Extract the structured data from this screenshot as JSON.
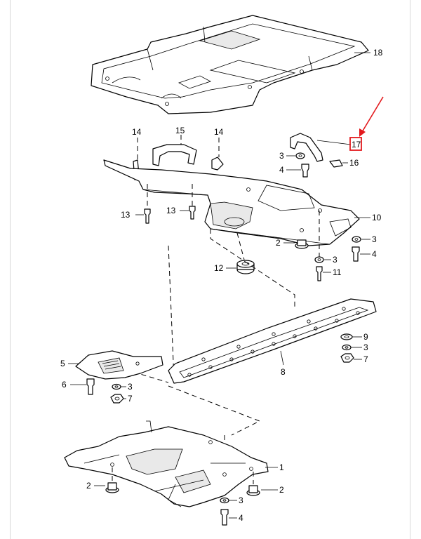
{
  "diagram": {
    "callouts": {
      "c18": "18",
      "c14a": "14",
      "c15": "15",
      "c14b": "14",
      "c17": "17",
      "c3a": "3",
      "c4a": "4",
      "c16": "16",
      "c13a": "13",
      "c13b": "13",
      "c10": "10",
      "c2a": "2",
      "c3b": "3",
      "c3c": "3",
      "c4b": "4",
      "c12": "12",
      "c11": "11",
      "c9": "9",
      "c3d": "3",
      "c7a": "7",
      "c8": "8",
      "c5": "5",
      "c6": "6",
      "c3e": "3",
      "c7b": "7",
      "c1": "1",
      "c2b": "2",
      "c2c": "2",
      "c3f": "3",
      "c4c": "4"
    },
    "highlight": {
      "callout": "17",
      "color": "#e3191d"
    }
  }
}
